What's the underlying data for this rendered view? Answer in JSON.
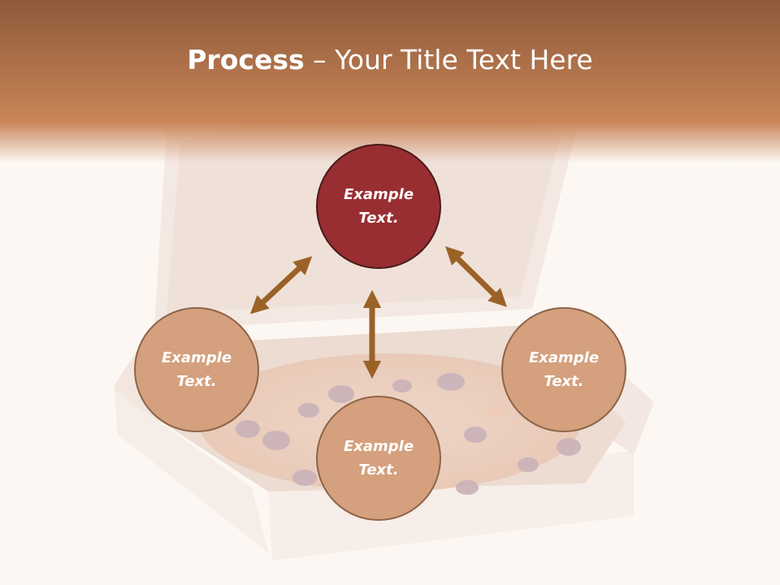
{
  "slide": {
    "title_bold": "Process",
    "title_rest": " – Your Title Text Here"
  },
  "diagram": {
    "center": {
      "text": "Example\nText."
    },
    "left": {
      "text": "Example\nText."
    },
    "bottom": {
      "text": "Example\nText."
    },
    "right": {
      "text": "Example\nText."
    }
  },
  "colors": {
    "header": "#c4825a",
    "center_node": "#982e32",
    "outer_node": "#d4a07e",
    "arrow": "#9b6228"
  }
}
